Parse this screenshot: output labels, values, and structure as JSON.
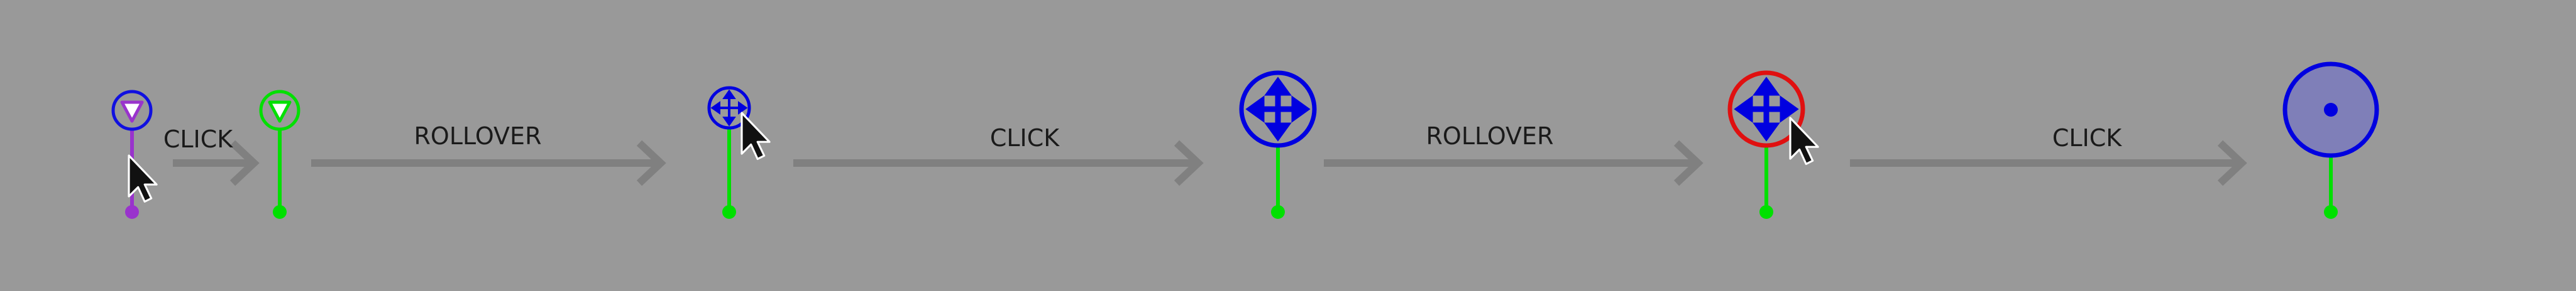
{
  "labels": {
    "step1": "CLICK",
    "step2": "ROLLOVER",
    "step3": "CLICK",
    "step4": "ROLLOVER",
    "step5": "CLICK"
  },
  "colors": {
    "background": "#999999",
    "arrow": "#808080",
    "purple": "#9933cc",
    "green": "#00e000",
    "blue": "#0000e0",
    "red": "#e01010",
    "fill_active": "#7f7fb8"
  },
  "icons": [
    "inactive-handle-icon",
    "selected-handle-icon",
    "small-move-handle-icon",
    "large-move-handle-icon",
    "hover-move-handle-icon",
    "active-circle-handle-icon",
    "mouse-cursor-icon",
    "arrow-right-icon"
  ]
}
